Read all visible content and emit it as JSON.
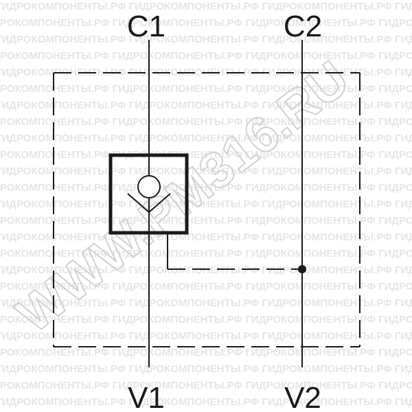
{
  "ports": {
    "c1": "C1",
    "c2": "C2",
    "v1": "V1",
    "v2": "V2"
  },
  "watermark": {
    "pattern": "ГИДРОКОМПОНЕНТЫ.РФ",
    "diagonal": "WWW.PM316.RU"
  },
  "colors": {
    "line": "#1a1a1a",
    "watermark_text": "#e6e6e6",
    "watermark_diag": "#d2d2d2",
    "background": "#ffffff"
  },
  "symbols": [
    "check-valve-icon",
    "junction-dot"
  ]
}
